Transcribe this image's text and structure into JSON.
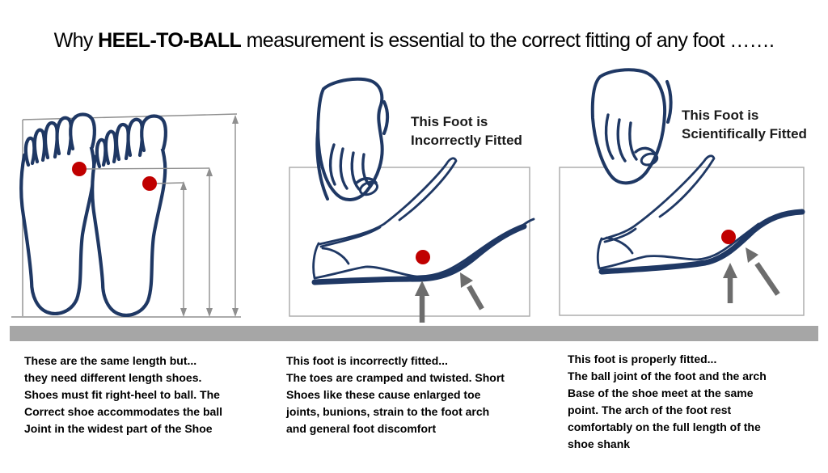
{
  "title": {
    "prefix": "Why ",
    "highlight": "HEEL-TO-BALL",
    "rest": " measurement is essential to the correct fitting of any foot ……."
  },
  "panels": {
    "middle": {
      "label": [
        "This Foot is",
        "Incorrectly Fitted"
      ]
    },
    "right": {
      "label": [
        "This Foot is",
        "Scientifically Fitted"
      ]
    }
  },
  "captions": {
    "left": [
      "These are the same length but...",
      "they need different length shoes.",
      "Shoes must fit right-heel to ball. The",
      "Correct shoe accommodates the ball",
      "Joint in the widest part of the Shoe"
    ],
    "middle": [
      "This foot is incorrectly fitted...",
      "The toes are cramped and twisted. Short",
      "Shoes like these cause enlarged toe",
      "joints, bunions, strain to the foot arch",
      "and general foot discomfort"
    ],
    "right": [
      "This foot is properly fitted...",
      "The ball joint of the foot and the arch",
      "Base of the shoe meet at the same",
      "point. The arch of the foot rest",
      "comfortably on the full length of the",
      "shoe shank"
    ]
  },
  "colors": {
    "outline_navy": "#1f3864",
    "ball_red": "#c00000",
    "measure_gray": "#8f8f8f",
    "pointer_gray": "#6d6d6d",
    "divider_gray": "#a6a6a6",
    "box_border_gray": "#a9a9a9"
  }
}
